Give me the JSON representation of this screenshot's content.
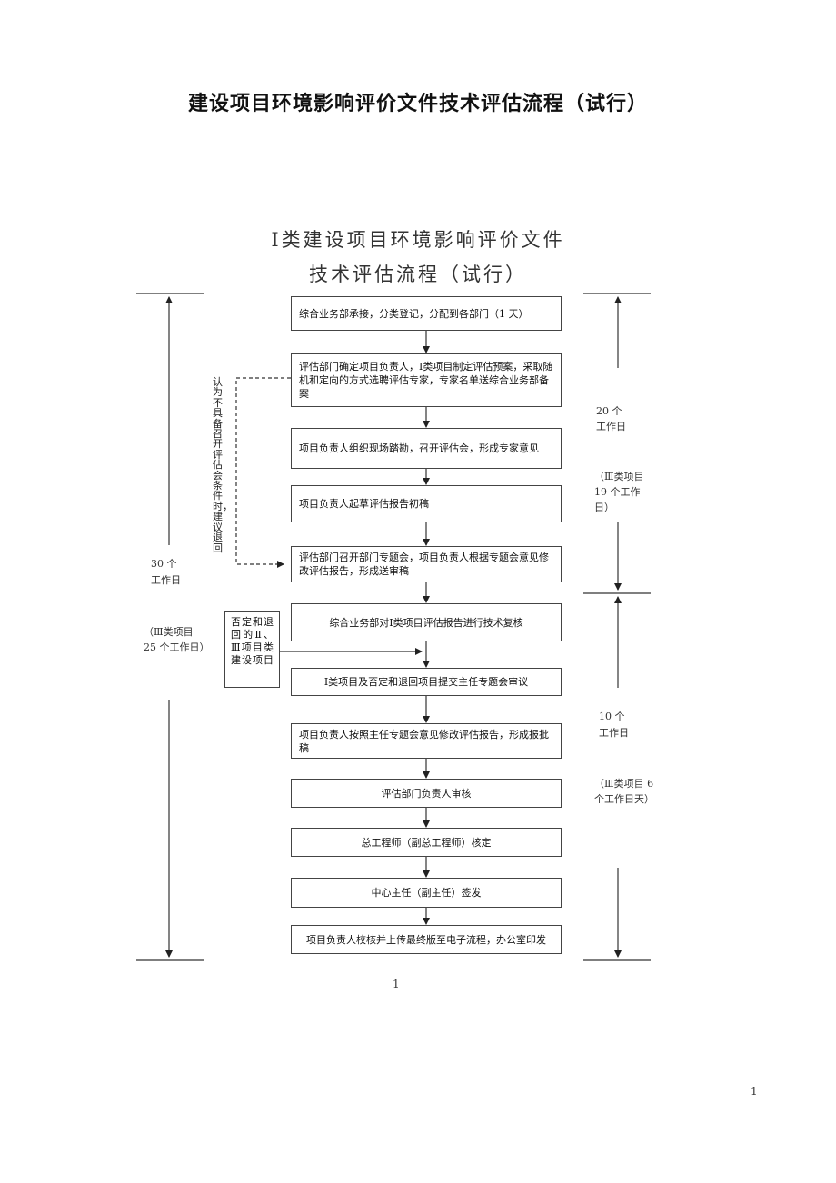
{
  "page_title": "建设项目环境影响评价文件技术评估流程（试行）",
  "chart_title_line1": "Ⅰ类建设项目环境影响评价文件",
  "chart_title_line2": "技术评估流程（试行）",
  "steps": [
    "综合业务部承接，分类登记，分配到各部门（1 天）",
    "评估部门确定项目负责人，Ⅰ类项目制定评估预案，采取随机和定向的方式选聘评估专家，专家名单送综合业务部备案",
    "项目负责人组织现场踏勘，召开评估会，形成专家意见",
    "项目负责人起草评估报告初稿",
    "评估部门召开部门专题会，项目负责人根据专题会意见修改评估报告，形成送审稿",
    "综合业务部对Ⅰ类项目评估报告进行技术复核",
    "Ⅰ类项目及否定和退回项目提交主任专题会审议",
    "项目负责人按照主任专题会意见修改评估报告，形成报批稿",
    "评估部门负责人审核",
    "总工程师（副总工程师）核定",
    "中心主任（副主任）签发",
    "项目负责人校核并上传最终版至电子流程，办公室印发"
  ],
  "side_box": "否定和退回的Ⅱ、Ⅲ项目类建设项目",
  "return_note": "认为不具备召开评估会条件时，建议退回",
  "left_total": {
    "days": "30 个",
    "unit": "工作日",
    "class3": "（Ⅲ类项目 25 个工作日）"
  },
  "right_phase1": {
    "days": "20 个",
    "unit": "工作日",
    "class3": "（Ⅲ类项目 19 个工作日）"
  },
  "right_phase2": {
    "days": "10 个",
    "unit": "工作日",
    "class3": "（Ⅲ类项目 6 个工作日天）"
  },
  "inner_page_number": "1",
  "page_number": "1"
}
